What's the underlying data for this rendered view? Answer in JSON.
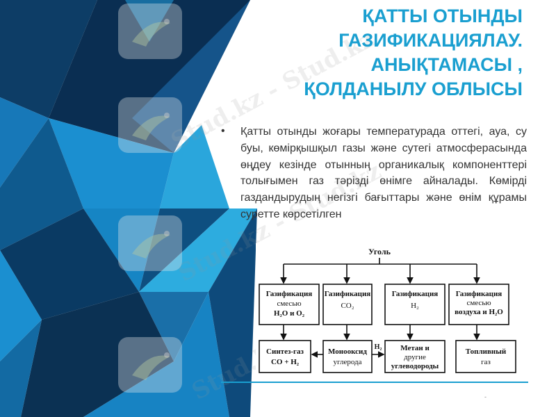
{
  "slide": {
    "title_lines": [
      "ҚАТТЫ ОТЫНДЫ",
      "ГАЗИФИКАЦИЯЛАУ.",
      "АНЫҚТАМАСЫ ,",
      "ҚОЛДАНЫЛУ ОБЛЫСЫ"
    ],
    "bullet_symbol": "•",
    "body_text": "Қатты отынды жоғары температурада оттегі, ауа, су буы, көмірқышқыл газы және сутегі атмосферасында өңдеу кезінде отынның органикалық компоненттері толығымен газ тәрізді өнімге айналады. Көмірді газдандырудың негізгі бағыттары және өнім құрамы суретте көрсетілген",
    "page_number": "-",
    "accent_color": "#1a9fd0"
  },
  "watermark": {
    "text": "Stud.kz - Stud.kz"
  },
  "diagram": {
    "root": "Уголь",
    "gasification_boxes": [
      [
        "Газификация",
        "смесью",
        "H₂O и O₂"
      ],
      [
        "Газификация",
        "CO₂"
      ],
      [
        "Газификация",
        "H₂"
      ],
      [
        "Газификация",
        "смесью",
        "воздуха и H₂O"
      ]
    ],
    "product_boxes": [
      [
        "Синтез-газ",
        "CO + H₂"
      ],
      [
        "Монооксид",
        "углерода"
      ],
      [
        "Метан и",
        "другие",
        "углеводороды"
      ],
      [
        "Топливный",
        "газ"
      ]
    ],
    "arrow_label": "H₂"
  }
}
